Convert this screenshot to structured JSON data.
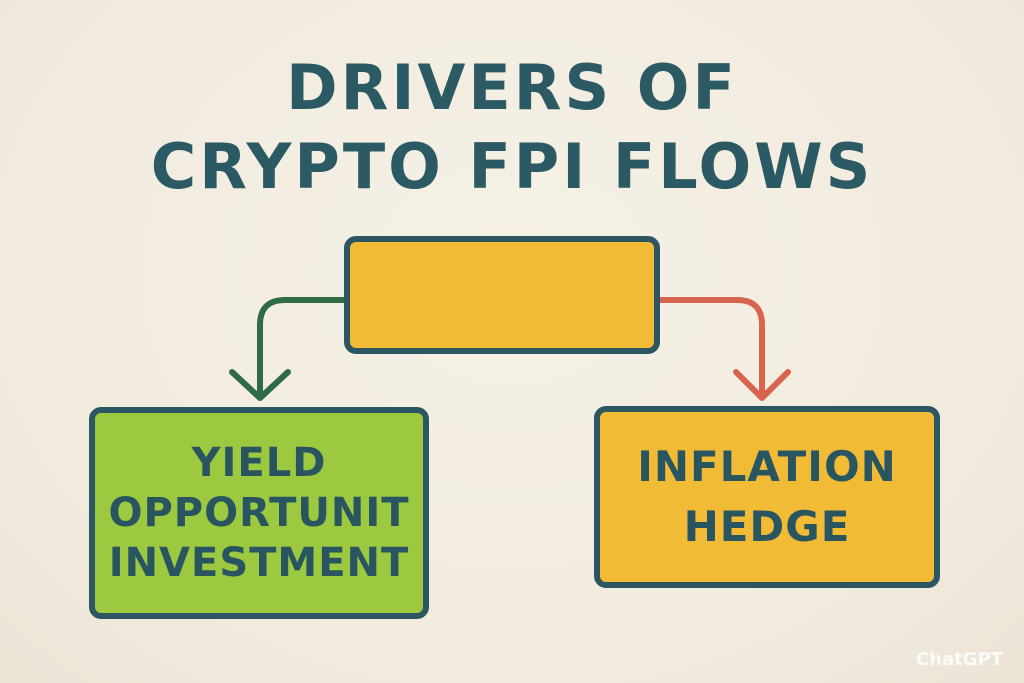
{
  "title": {
    "line1": "DRIVERS OF",
    "line2": "CRYPTO FPI FLOWS"
  },
  "nodes": {
    "center": {
      "label": "",
      "color": "#f2bb36"
    },
    "left": {
      "lines": [
        "YIELD",
        "OPPORTUNIT",
        "INVESTMENT"
      ],
      "color": "#9cc93f"
    },
    "right": {
      "lines": [
        "INFLATION",
        "HEDGE"
      ],
      "color": "#f2bb36"
    }
  },
  "edges": [
    {
      "from": "center",
      "to": "left",
      "color": "#2f6b45"
    },
    {
      "from": "center",
      "to": "right",
      "color": "#d8634f"
    }
  ],
  "colors": {
    "background": "#f4efe3",
    "text": "#2b5a64",
    "border": "#2c5661"
  },
  "watermark": "ChatGPT"
}
